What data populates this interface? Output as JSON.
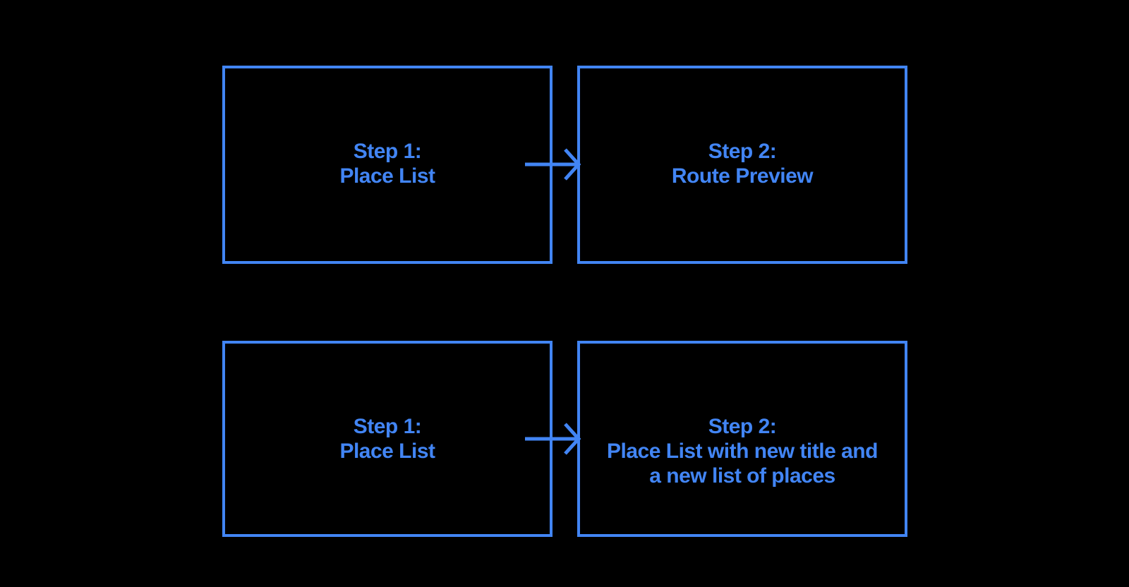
{
  "colors": {
    "accent": "#4285f4",
    "background": "#000000"
  },
  "boxes": [
    {
      "name": "step-1-place-list-top",
      "lines": [
        "Step 1:",
        "Place List"
      ]
    },
    {
      "name": "step-2-route-preview",
      "lines": [
        "Step 2:",
        "Route Preview"
      ]
    },
    {
      "name": "step-1-place-list-bottom",
      "lines": [
        "Step 1:",
        "Place List"
      ]
    },
    {
      "name": "step-2-place-list-new",
      "lines": [
        "Step 2:",
        "Place List with new title and",
        "a new list of places"
      ]
    }
  ],
  "arrows": [
    {
      "name": "row-1-arrow",
      "direction": "right"
    },
    {
      "name": "row-2-arrow",
      "direction": "right"
    }
  ]
}
